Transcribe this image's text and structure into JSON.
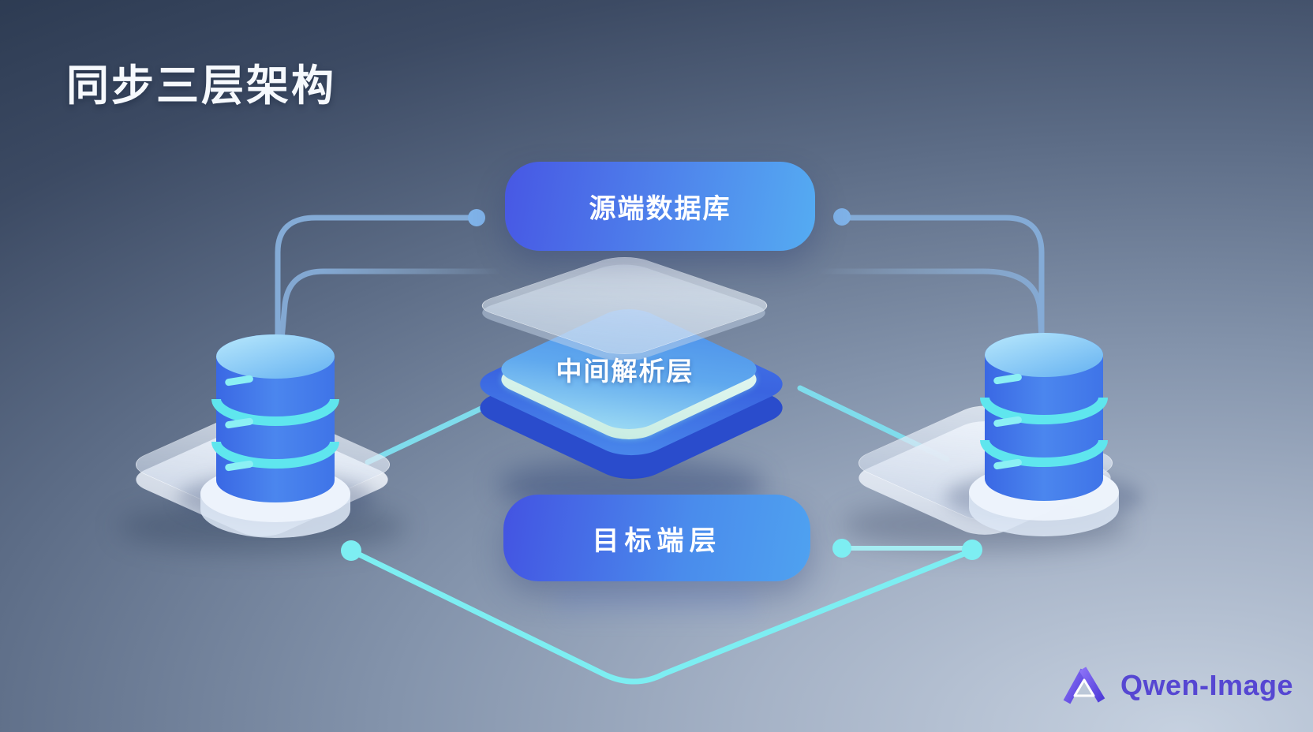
{
  "title": "同步三层架构",
  "nodes": {
    "source": {
      "label": "源端数据库",
      "shape": "pill"
    },
    "middle": {
      "label": "中间解析层",
      "shape": "isometric-platform"
    },
    "target": {
      "label": "目标端层",
      "shape": "pill"
    },
    "left_database": {
      "icon": "database-icon"
    },
    "right_database": {
      "icon": "database-icon"
    }
  },
  "connections": [
    {
      "from": "source",
      "to": "left_database",
      "style": "blue-rounded-line",
      "endpoint": "dot"
    },
    {
      "from": "source",
      "to": "right_database",
      "style": "blue-rounded-line",
      "endpoint": "dot"
    },
    {
      "from": "left_platform",
      "to": "middle",
      "style": "cyan-line"
    },
    {
      "from": "middle",
      "to": "right_platform",
      "style": "cyan-line"
    },
    {
      "from": "target",
      "to": "right_platform",
      "style": "cyan-line-with-dots"
    }
  ],
  "branding": {
    "logo_text": "Qwen-Image",
    "logo_icon": "qwen-triangle-knot"
  },
  "colors": {
    "background_dark": "#2b3950",
    "background_light": "#c6d1e0",
    "pill_gradient_start": "#4757e4",
    "pill_gradient_end": "#55acf2",
    "platform_blue": "#3a64e0",
    "platform_side_blue": "#2a4ccc",
    "cyan_accent": "#7deef2",
    "connector_blue": "#84abd6",
    "database_body": "#4076ea",
    "database_band": "#5fe6ee",
    "logo_purple": "#5647d2",
    "text_white": "#ffffff"
  }
}
